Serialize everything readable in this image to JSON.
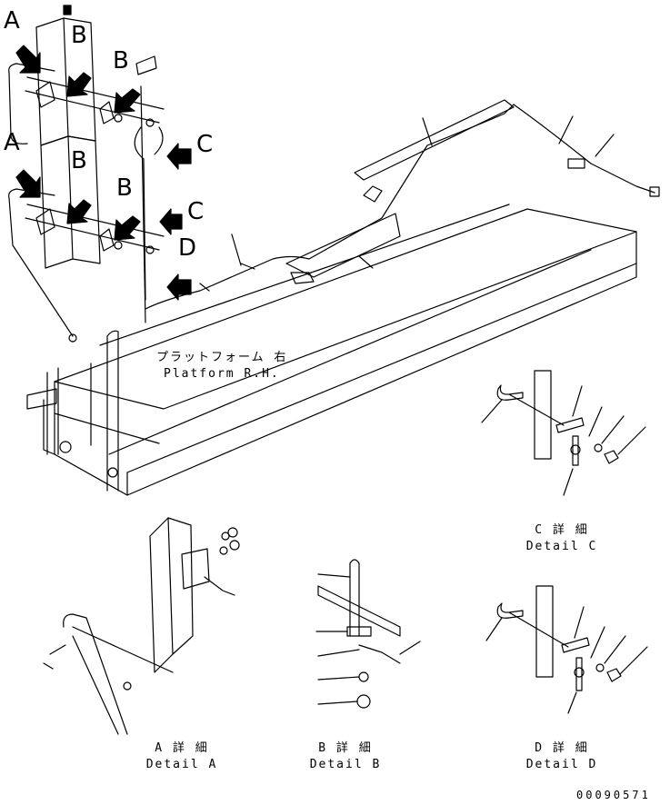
{
  "platform": {
    "jp": "プラットフォーム 右",
    "en": "Platform R.H."
  },
  "view_letters": {
    "a1": "A",
    "a2": "A",
    "b1": "B",
    "b2": "B",
    "b3": "B",
    "b4": "B",
    "c1": "C",
    "c2": "C",
    "d": "D"
  },
  "details": {
    "a": {
      "jp": "A 詳 細",
      "en": "Detail A"
    },
    "b": {
      "jp": "B 詳 細",
      "en": "Detail B"
    },
    "c": {
      "jp": "C 詳 細",
      "en": "Detail C"
    },
    "d": {
      "jp": "D 詳 細",
      "en": "Detail D"
    }
  },
  "drawing_number": "00090571"
}
